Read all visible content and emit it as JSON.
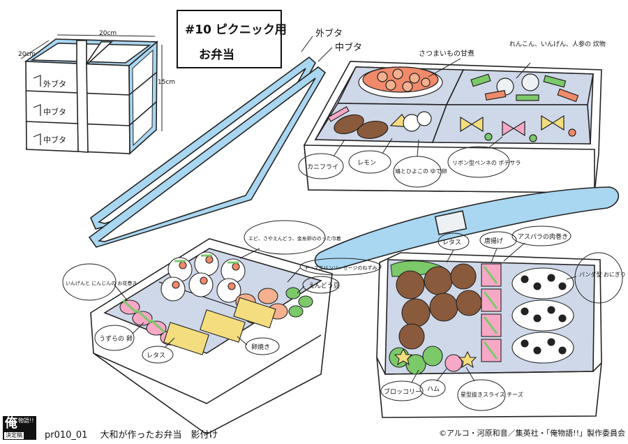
{
  "header": {
    "line1": "#10 ピクニック用",
    "line2": "お弁当"
  },
  "colors": {
    "lid_blue": "#a9d6f0",
    "line": "#222222",
    "salmon": "#f08a6a",
    "green": "#7cc96a",
    "egg": "#f4dd7e",
    "pink": "#f7a8c6",
    "brown": "#8a5a3c"
  },
  "stack_box": {
    "width_dim": "20cm",
    "depth_dim": "20cm",
    "height_dim": "15cm",
    "tiers": [
      "外ブタ",
      "中ブタ",
      "中ブタ"
    ]
  },
  "lid_notes": {
    "outer": "外ブタ",
    "inner": "中ブタ"
  },
  "box_top": {
    "notes": [
      "さつまいもの甘煮",
      "れんこん、いんげん、人参の 炊物",
      "カニフライ",
      "レモン",
      "鳩とひよこの ゆで卵",
      "リボン型ペンネの ボテサラ"
    ]
  },
  "box_left": {
    "notes": [
      "いんげんと にんじんの お花巻き",
      "エビ、さやえんどう、金糸卵ののった巾着",
      "チーズエリンソーセージのねずみ",
      "えんどう豆",
      "うずらの 卵",
      "レタス",
      "卵焼き"
    ]
  },
  "box_right": {
    "notes": [
      "レタス",
      "唐揚げ",
      "アスパラの肉巻き",
      "パンダ型 おにぎり ×4",
      "ブロッコリー",
      "ハム",
      "星型抜きスライス チーズ"
    ]
  },
  "footer": {
    "logo_big": "俺",
    "logo_small": "物語!!",
    "logo_sub": "決定稿",
    "code": "pr010_01",
    "title": "大和が作ったお弁当　影付け",
    "copyright": "©アルコ・河原和音／集英社・「俺物語!!」製作委員会"
  }
}
